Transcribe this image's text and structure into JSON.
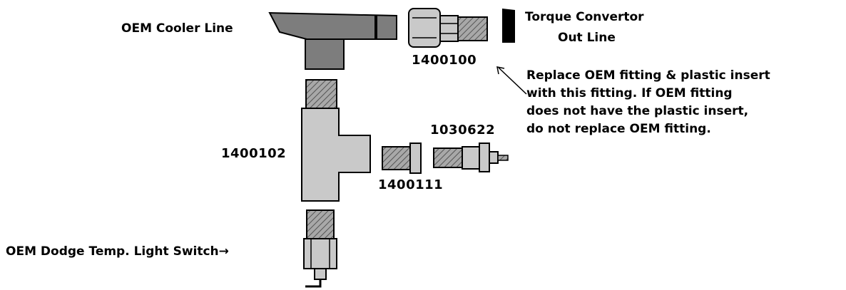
{
  "labels": {
    "oem_cooler_line": "OEM Cooler Line",
    "torque_convertor_line1": "Torque Convertor",
    "torque_convertor_line2": "Out Line",
    "part_1400100": "1400100",
    "part_1400102": "1400102",
    "part_1400111": "1400111",
    "part_1030622": "1030622",
    "temp_switch": "OEM Dodge Temp. Light Switch→"
  },
  "note": {
    "line1": "Replace OEM fitting & plastic insert",
    "line2": "with this fitting.  If OEM fitting",
    "line3": "does not have the plastic insert,",
    "line4": "do not replace OEM fitting."
  },
  "colors": {
    "body": "#c9c9c9",
    "dark": "#7d7d7d",
    "hatch": "#8a8a8a",
    "black": "#000000"
  }
}
